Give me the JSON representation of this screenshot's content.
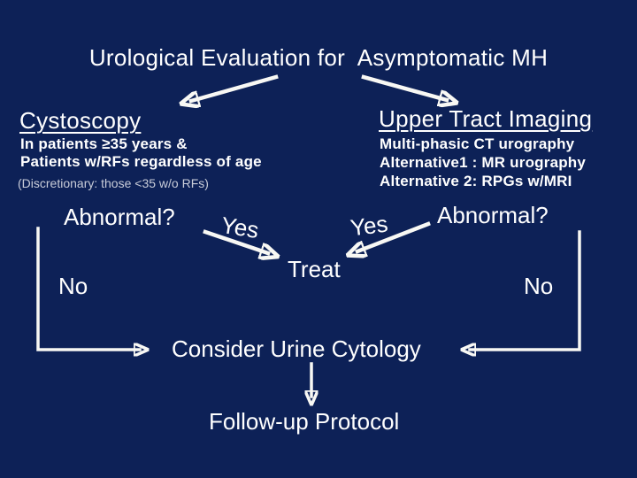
{
  "slide": {
    "title": "Urological Evaluation for  Asymptomatic MH",
    "colors": {
      "background": "#0d2157",
      "text": "#ffffff",
      "note_text": "#c9cdd9",
      "arrows": "#f8f8f4"
    },
    "left_branch": {
      "heading": "Cystoscopy",
      "line1": "In patients ≥35 years &",
      "line2": "Patients w/RFs regardless of age",
      "note": "(Discretionary: those <35 w/o RFs)",
      "question": "Abnormal?",
      "yes_label": "Yes",
      "no_label": "No"
    },
    "right_branch": {
      "heading": "Upper Tract Imaging",
      "line1": "Multi-phasic CT urography",
      "line2": "Alternative1 : MR urography",
      "line3": "Alternative 2: RPGs w/MRI",
      "question": "Abnormal?",
      "yes_label": "Yes",
      "no_label": "No"
    },
    "treat_label": "Treat",
    "cytology_label": "Consider Urine Cytology",
    "followup_label": "Follow-up Protocol"
  }
}
